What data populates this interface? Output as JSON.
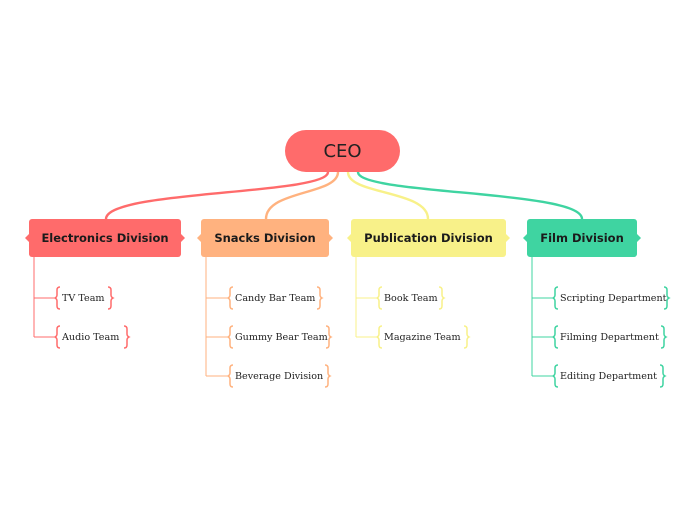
{
  "root": {
    "label": "CEO",
    "color": "#ff6b6b"
  },
  "divisions": [
    {
      "label": "Electronics Division",
      "color": "#ff6b6b",
      "teams": [
        "TV Team",
        "Audio Team"
      ]
    },
    {
      "label": "Snacks Division",
      "color": "#ffb27f",
      "teams": [
        "Candy Bar Team",
        "Gummy Bear Team",
        "Beverage Division"
      ]
    },
    {
      "label": "Publication Division",
      "color": "#f8f189",
      "teams": [
        "Book Team",
        "Magazine Team"
      ]
    },
    {
      "label": "Film Division",
      "color": "#3fd4a1",
      "teams": [
        "Scripting Department",
        "Filming Department",
        "Editing Department"
      ]
    }
  ]
}
